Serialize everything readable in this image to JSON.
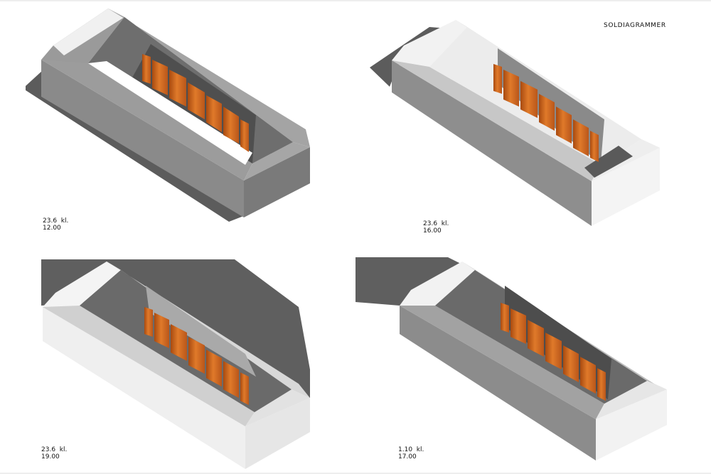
{
  "sheet_title": "SOLDIAGRAMMER",
  "panels": [
    {
      "date": "23.6  kl.",
      "time": "12.00"
    },
    {
      "date": "23.6  kl.",
      "time": "16.00"
    },
    {
      "date": "23.6  kl.",
      "time": "19.00"
    },
    {
      "date": "1.10  kl.",
      "time": "17.00"
    }
  ],
  "colors": {
    "shadow": "#5f5f5f",
    "wall_lit": "#f2f2f2",
    "wall_mid": "#c9c9c9",
    "wall_dark": "#7d7d7d",
    "panel_orange": "#d2691e",
    "panel_orange_dark": "#a84a10"
  }
}
